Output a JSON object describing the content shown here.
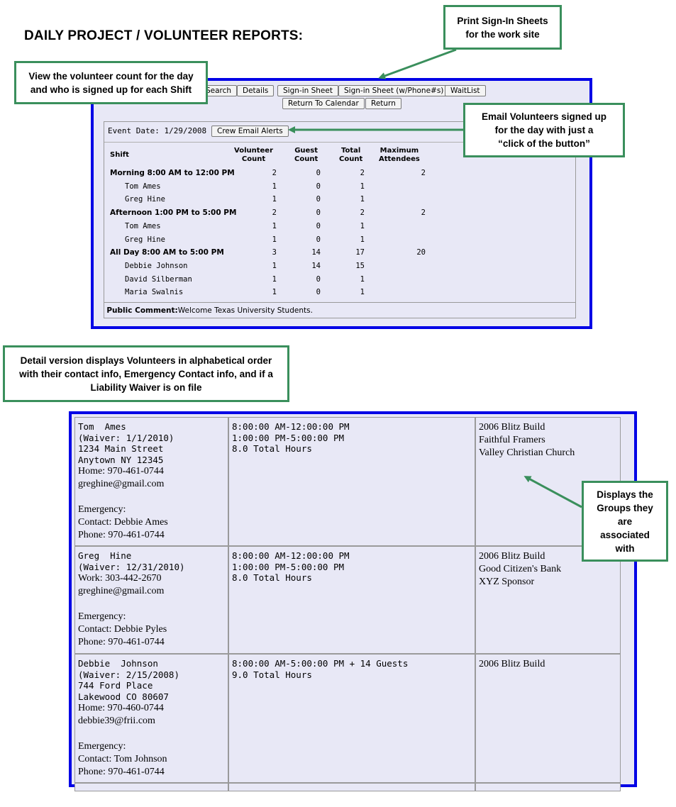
{
  "page_title": "DAILY PROJECT / VOLUNTEER REPORTS:",
  "callouts": {
    "print": "Print Sign-In Sheets\nfor the work site",
    "view": "View the volunteer count for the day\nand who is signed up for each Shift",
    "email": "Email Volunteers signed up\nfor the day with just a\n“click of the button”",
    "detail": "Detail version displays Volunteers  in alphabetical order\nwith their contact info, Emergency Contact info, and if a\nLiability Waiver is on file",
    "groups": "Displays the\nGroups they\nare\nassociated\nwith"
  },
  "toolbar": {
    "search": "Search",
    "details": "Details",
    "signin": "Sign-in Sheet",
    "signin_phone": "Sign-in Sheet (w/Phone#s)",
    "waitlist": "WaitList",
    "return_calendar": "Return To Calendar",
    "return": "Return"
  },
  "event": {
    "date_label": "Event Date: 1/29/2008",
    "crew_email": "Crew Email Alerts"
  },
  "headers": {
    "shift": "Shift",
    "volunteer": "Volunteer\nCount",
    "guest": "Guest\nCount",
    "total": "Total\nCount",
    "max": "Maximum\nAttendees"
  },
  "rows": [
    {
      "name": "Morning 8:00 AM to 12:00 PM",
      "vol": "2",
      "guest": "0",
      "total": "2",
      "max": "2",
      "bold": true
    },
    {
      "name": "Tom Ames",
      "vol": "1",
      "guest": "0",
      "total": "1",
      "max": "",
      "bold": false
    },
    {
      "name": "Greg Hine",
      "vol": "1",
      "guest": "0",
      "total": "1",
      "max": "",
      "bold": false
    },
    {
      "name": "Afternoon 1:00 PM to 5:00 PM",
      "vol": "2",
      "guest": "0",
      "total": "2",
      "max": "2",
      "bold": true
    },
    {
      "name": "Tom Ames",
      "vol": "1",
      "guest": "0",
      "total": "1",
      "max": "",
      "bold": false
    },
    {
      "name": "Greg Hine",
      "vol": "1",
      "guest": "0",
      "total": "1",
      "max": "",
      "bold": false
    },
    {
      "name": "All Day 8:00 AM to 5:00 PM",
      "vol": "3",
      "guest": "14",
      "total": "17",
      "max": "20",
      "bold": true
    },
    {
      "name": "Debbie Johnson",
      "vol": "1",
      "guest": "14",
      "total": "15",
      "max": "",
      "bold": false
    },
    {
      "name": "David Silberman",
      "vol": "1",
      "guest": "0",
      "total": "1",
      "max": "",
      "bold": false
    },
    {
      "name": "Maria Swalnis",
      "vol": "1",
      "guest": "0",
      "total": "1",
      "max": "",
      "bold": false
    }
  ],
  "public_comment": {
    "label": "Public Comment:",
    "text": "Welcome Texas University Students."
  },
  "volunteers": [
    {
      "name": "Tom  Ames",
      "waiver": "(Waiver: 1/1/2010)",
      "address1": "1234 Main Street",
      "address2": "Anytown NY 12345",
      "phone": "Home: 970-461-0744",
      "email": "greghine@gmail.com",
      "emergency": "Emergency:",
      "contact": "Contact: Debbie Ames",
      "contact_phone": "Phone: 970-461-0744",
      "shifts": [
        "8:00:00 AM-12:00:00 PM",
        "1:00:00 PM-5:00:00 PM",
        "8.0 Total Hours"
      ],
      "groups": [
        "2006 Blitz Build",
        "Faithful Framers",
        "Valley Christian Church"
      ]
    },
    {
      "name": "Greg  Hine",
      "waiver": "(Waiver: 12/31/2010)",
      "address1": "",
      "address2": "",
      "phone": "Work: 303-442-2670",
      "email": "greghine@gmail.com",
      "emergency": "Emergency:",
      "contact": "Contact: Debbie Pyles",
      "contact_phone": "Phone: 970-461-0744",
      "shifts": [
        "8:00:00 AM-12:00:00 PM",
        "1:00:00 PM-5:00:00 PM",
        "8.0 Total Hours"
      ],
      "groups": [
        "2006 Blitz Build",
        "Good Citizen's Bank",
        "XYZ Sponsor"
      ]
    },
    {
      "name": "Debbie  Johnson",
      "waiver": "(Waiver: 2/15/2008)",
      "address1": "744 Ford Place",
      "address2": "Lakewood CO 80607",
      "phone": "Home: 970-460-0744",
      "email": "debbie39@frii.com",
      "emergency": "Emergency:",
      "contact": "Contact: Tom Johnson",
      "contact_phone": "Phone: 970-461-0744",
      "shifts": [
        "8:00:00 AM-5:00:00 PM + 14 Guests",
        "9.0 Total Hours"
      ],
      "groups": [
        "2006 Blitz Build"
      ]
    }
  ],
  "colors": {
    "panel_border": "#0000e6",
    "panel_bg": "#e8e8f6",
    "callout_border": "#3a8f5c"
  }
}
